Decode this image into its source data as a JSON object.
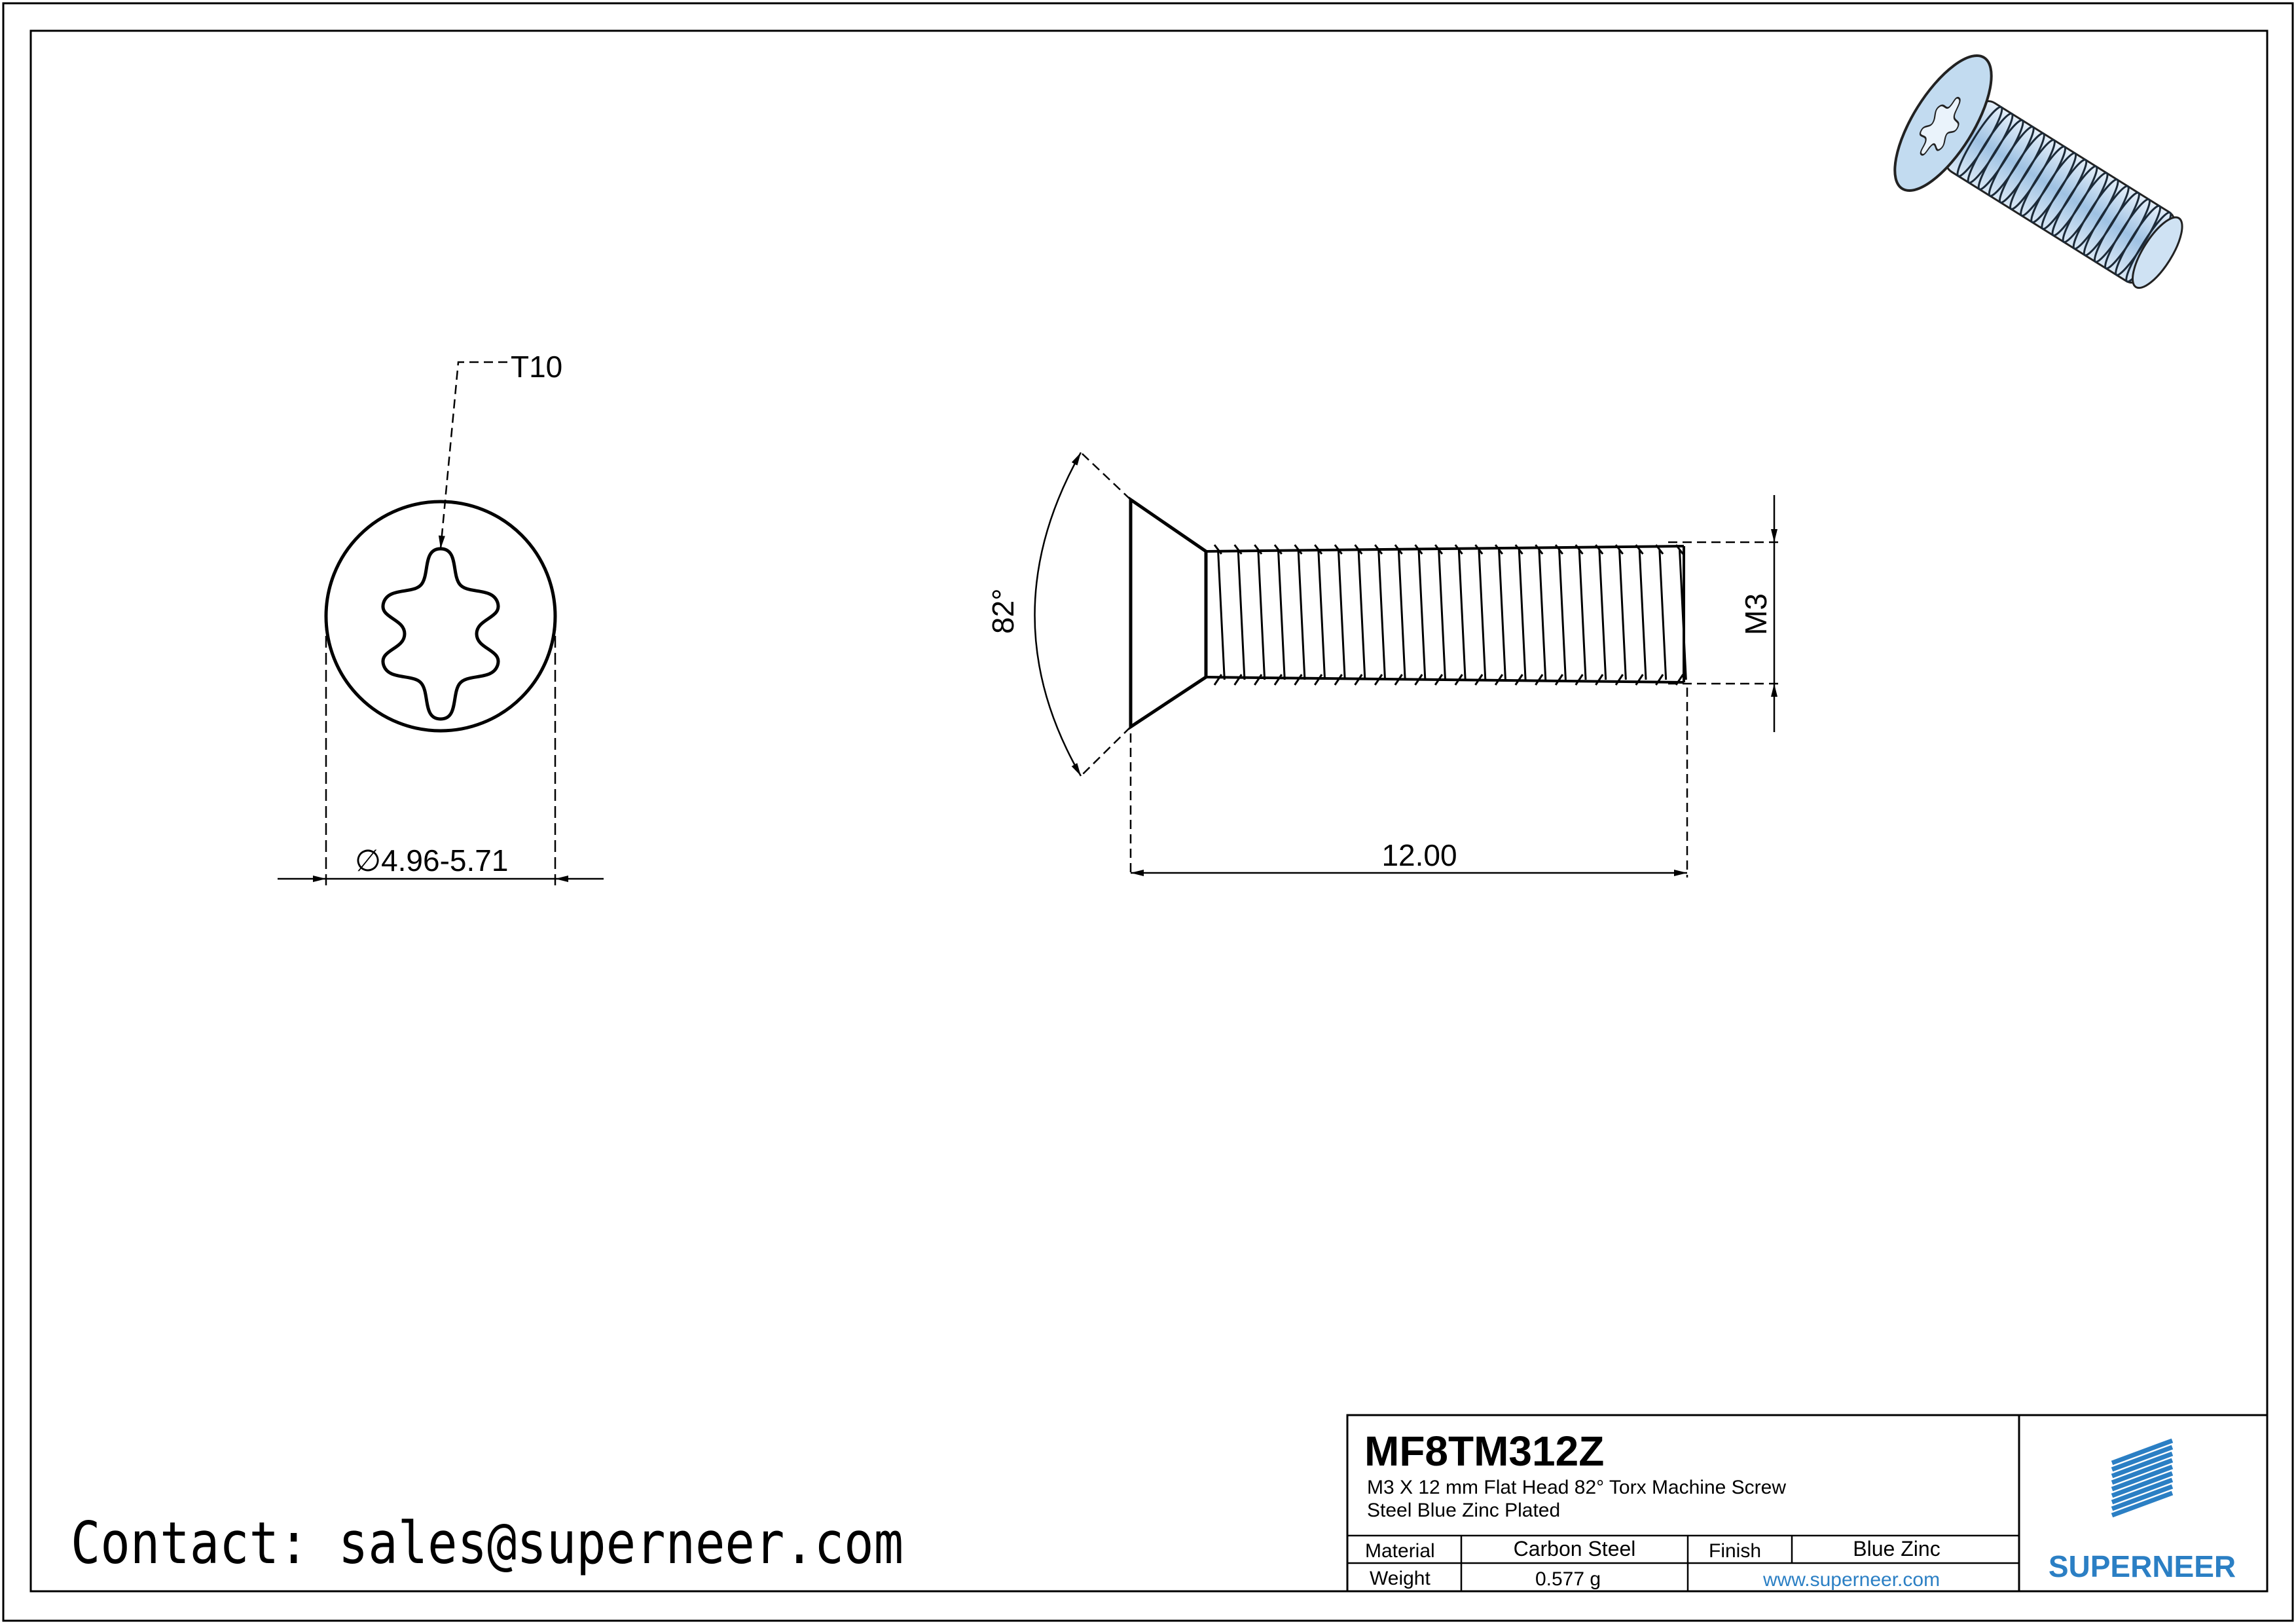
{
  "drawing": {
    "end_view": {
      "drive_label": "T10",
      "diameter_label": "∅4.96-5.71"
    },
    "side_view": {
      "angle_label": "82°",
      "thread_label": "M3",
      "length_label": "12.00"
    }
  },
  "contact": {
    "text": "Contact: sales@superneer.com"
  },
  "title_block": {
    "part_number": "MF8TM312Z",
    "description_line1": "M3 X 12 mm  Flat Head 82° Torx Machine Screw",
    "description_line2": "Steel Blue Zinc Plated",
    "material_label": "Material",
    "material_value": "Carbon Steel",
    "finish_label": "Finish",
    "finish_value": "Blue Zinc",
    "weight_label": "Weight",
    "weight_value": "0.577 g",
    "website": "www.superneer.com",
    "logo_text": "SUPERNEER"
  },
  "colors": {
    "line": "#000000",
    "brand_blue": "#2b7fc4",
    "screw_blue": "#b7d3ec"
  }
}
